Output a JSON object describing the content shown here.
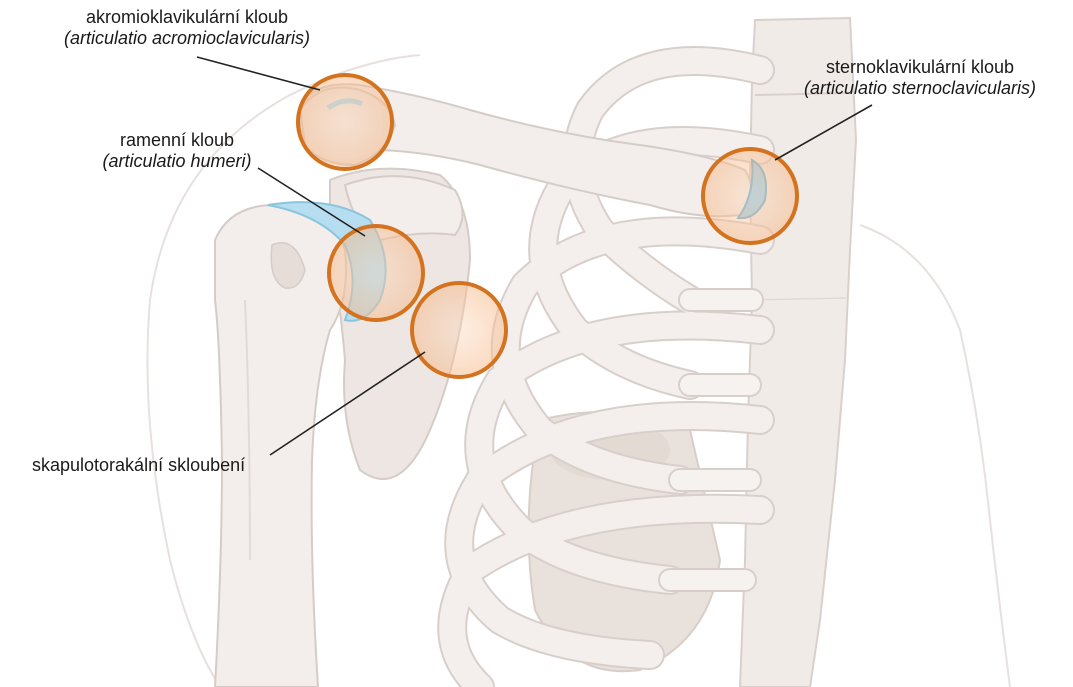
{
  "labels": {
    "acromioclavicular": {
      "czech": "akromioklavikulární kloub",
      "latin": "(articulatio acromioclavicularis)"
    },
    "glenohumeral": {
      "czech": "ramenní kloub",
      "latin": "(articulatio humeri)"
    },
    "sternoclavicular": {
      "czech": "sternoklavikulární kloub",
      "latin": "(articulatio sternoclavicularis)"
    },
    "scapulothoracic": {
      "czech": "skapulotorakální skloubení"
    }
  },
  "colors": {
    "bone_fill": "#f3eeeb",
    "bone_stroke": "#d7cfcb",
    "bone_shadow": "#e6ddd8",
    "cartilage": "#a9d7ee",
    "highlight_ring": "#d3731f",
    "highlight_fill": "#fbd3b3",
    "leader_line": "#222222"
  }
}
